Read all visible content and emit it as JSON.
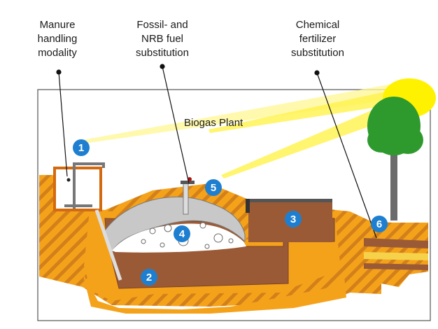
{
  "labels": {
    "manure": [
      "Manure",
      "handling",
      "modality"
    ],
    "fossil": [
      "Fossil- and",
      "NRB fuel",
      "substitution"
    ],
    "chemical": [
      "Chemical",
      "fertilizer",
      "substitution"
    ],
    "plant_title": "Biogas Plant"
  },
  "markers": [
    "1",
    "2",
    "3",
    "4",
    "5",
    "6"
  ],
  "colors": {
    "marker": "#1e7fd0",
    "slurry": "#9b5a36",
    "ground_orange": "#f5a21b",
    "ground_stripe": "#cf7d14",
    "dome": "#c8c8c8",
    "sun": "#fff200",
    "tree_foliage": "#2e9a2e",
    "tree_trunk": "#666666"
  }
}
